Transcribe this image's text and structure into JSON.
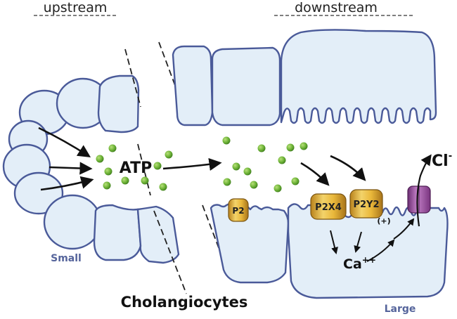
{
  "labels": {
    "upstream": "upstream",
    "downstream": "downstream",
    "atp": "ATP",
    "small": "Small",
    "large": "Large",
    "cholangiocytes": "Cholangiocytes",
    "calcium": "Ca",
    "calcium_charge": "++",
    "chloride": "Cl",
    "chloride_charge": "-",
    "plus": "(+)"
  },
  "receptors": {
    "p2": "P2",
    "p2x4": "P2X4",
    "p2y2": "P2Y2"
  },
  "colors": {
    "cell_fill": "#e3eef8",
    "cell_stroke": "#4a5a99",
    "atp_dot": "#6cb236",
    "receptor_gold": "#e9b73a",
    "channel_purple": "#9c4f9e",
    "label_blue": "#55649b"
  }
}
